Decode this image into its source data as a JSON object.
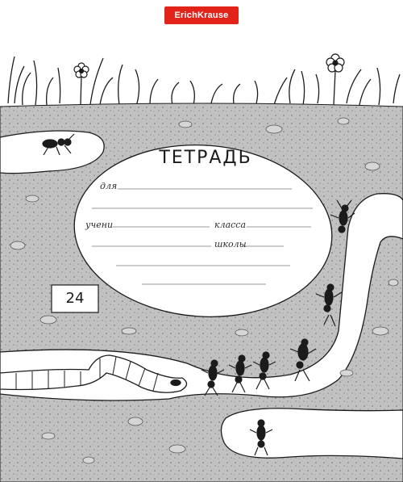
{
  "brand": "ErichKrause",
  "title": "ТЕТРАДЬ",
  "labels": {
    "dlya": "для",
    "ucheni": "учени",
    "klassa": "класса",
    "shkoly": "школы"
  },
  "sheet_count": "24",
  "colors": {
    "brand_red": "#e2231a",
    "soil": "#bdbdbd",
    "ink": "#1b1b1b",
    "paper": "#ffffff"
  }
}
